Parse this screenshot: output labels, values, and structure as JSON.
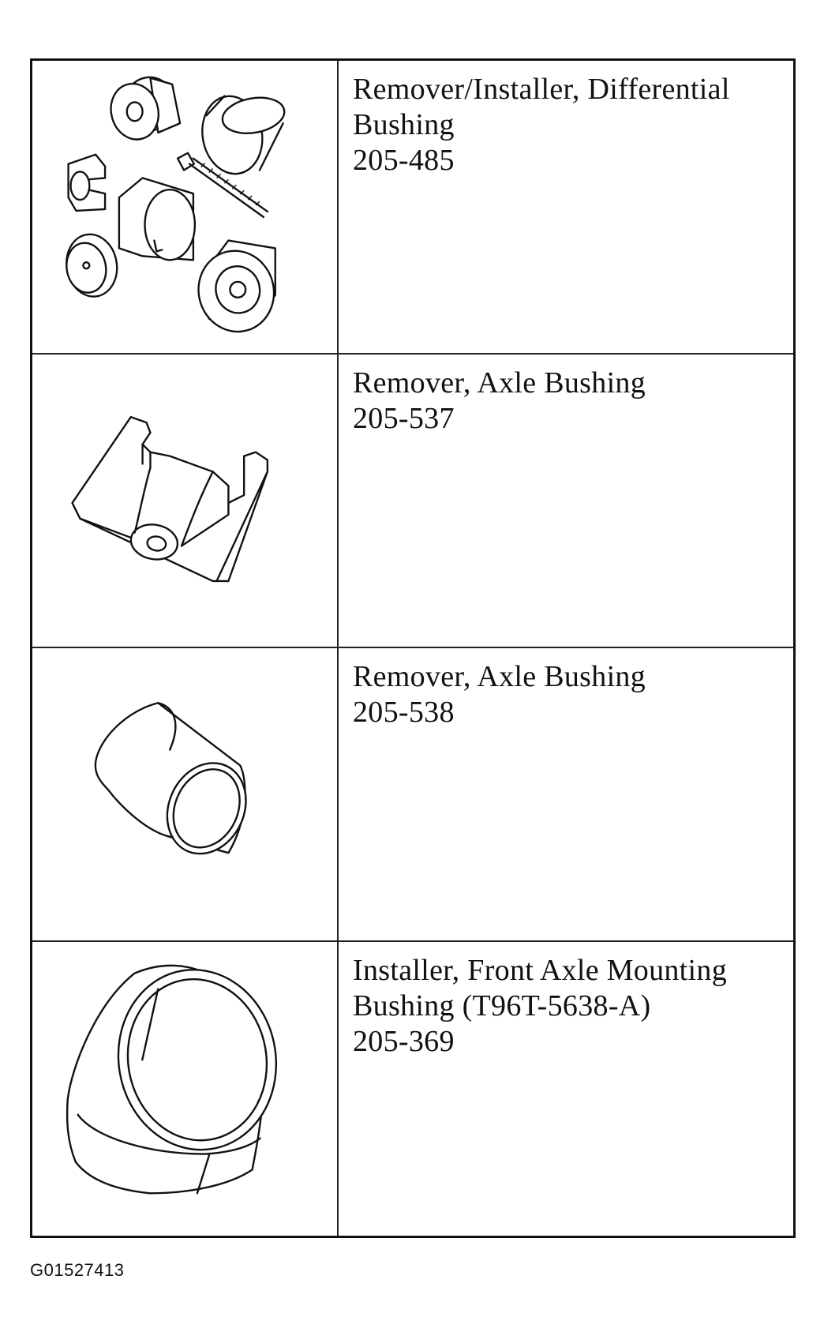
{
  "tools": [
    {
      "name": "Remover/Installer, Differential",
      "name_cont": "Bushing",
      "number": "205-485",
      "illustration": "differential-bushing-tool-set-illustration"
    },
    {
      "name": "Remover, Axle Bushing",
      "name_cont": "",
      "number": "205-537",
      "illustration": "axle-bushing-remover-bracket-illustration"
    },
    {
      "name": "Remover, Axle Bushing",
      "name_cont": "",
      "number": "205-538",
      "illustration": "axle-bushing-remover-cylinder-illustration"
    },
    {
      "name": "Installer, Front Axle Mounting",
      "name_cont": "Bushing (T96T-5638-A)",
      "number": "205-369",
      "illustration": "front-axle-bushing-installer-sleeve-illustration"
    }
  ],
  "figure_code": "G01527413"
}
